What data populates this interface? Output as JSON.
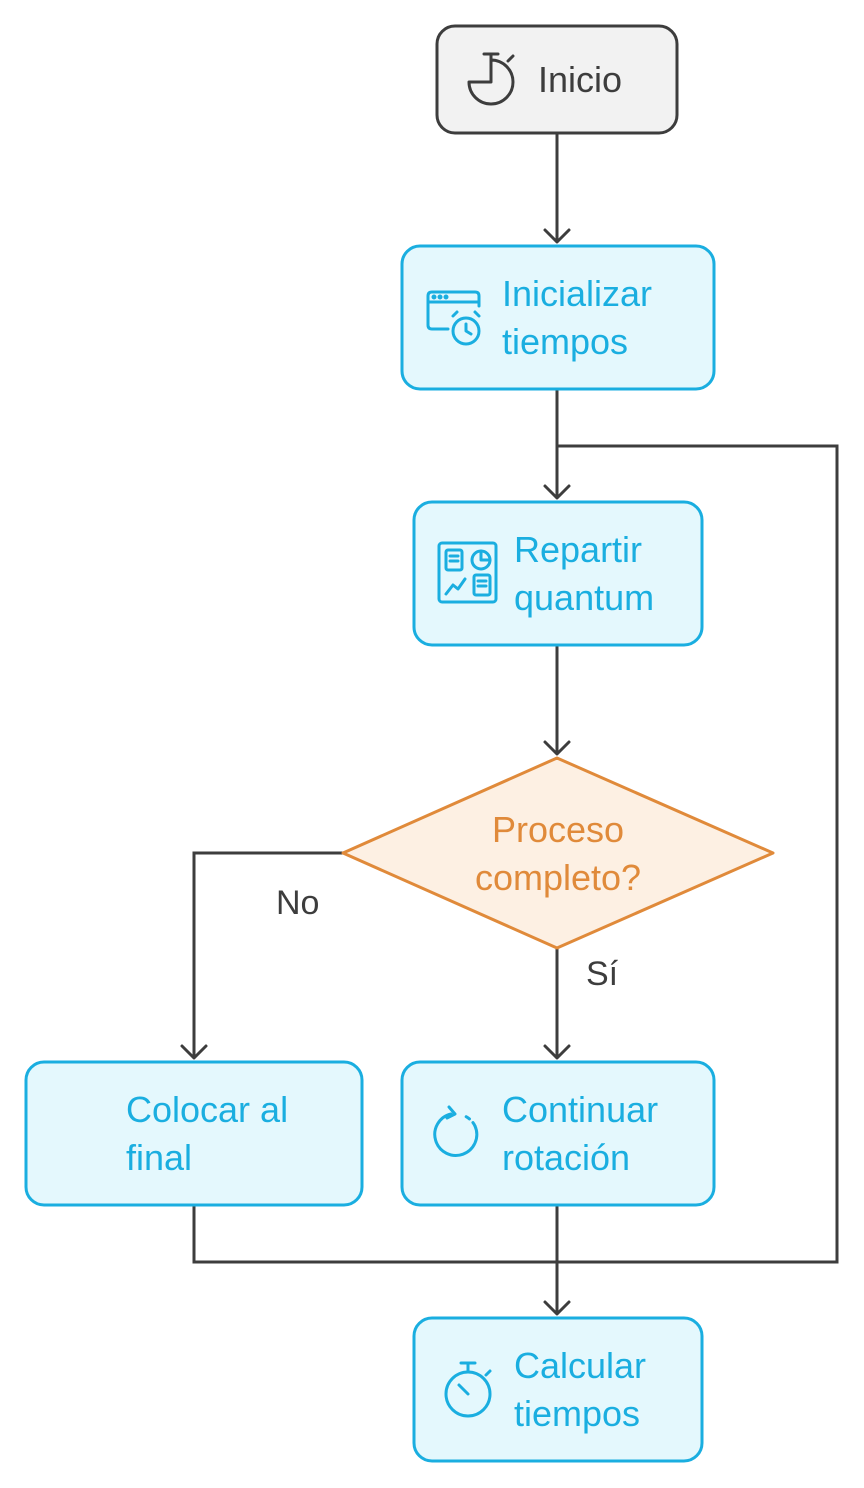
{
  "colors": {
    "start_fill": "#f2f2f2",
    "start_stroke": "#3d3d3d",
    "start_text": "#3d3d3d",
    "process_fill": "#e4f8fd",
    "process_stroke": "#1aaee0",
    "process_text": "#1aaee0",
    "decision_fill": "#fdf0e3",
    "decision_stroke": "#e08a3a",
    "decision_text": "#e08a3a",
    "edge": "#3d3d3d",
    "edge_label": "#3d3d3d"
  },
  "nodes": {
    "start": {
      "line1": "Inicio",
      "icon": "timer-start-icon"
    },
    "init": {
      "line1": "Inicializar",
      "line2": "tiempos",
      "icon": "browser-alarm-icon"
    },
    "distribute": {
      "line1": "Repartir",
      "line2": "quantum",
      "icon": "dashboard-icon"
    },
    "decision": {
      "line1": "Proceso",
      "line2": "completo?"
    },
    "move_end": {
      "line1": "Colocar al",
      "line2": "final"
    },
    "continue": {
      "line1": "Continuar",
      "line2": "rotación",
      "icon": "rotate-icon"
    },
    "compute": {
      "line1": "Calcular",
      "line2": "tiempos",
      "icon": "stopwatch-icon"
    }
  },
  "edges": {
    "no_label": "No",
    "yes_label": "Sí"
  }
}
